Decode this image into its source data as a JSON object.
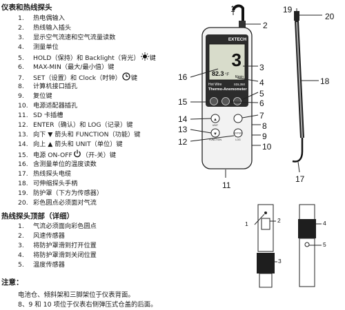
{
  "titles": {
    "main": "仪表和热线探头",
    "probe": "热线探头顶部（详细）",
    "notes": "注意："
  },
  "items": [
    {
      "num": "1.",
      "text": "热电偶输入"
    },
    {
      "num": "2.",
      "text": "热线输入插头"
    },
    {
      "num": "3.",
      "text": "显示空气流速和空气流量读数"
    },
    {
      "num": "4.",
      "text": "测量单位"
    },
    {
      "num": "5.",
      "text": "HOLD（保持）和 Backlight（背光）",
      "after": "键",
      "icon": "backlight-icon"
    },
    {
      "num": "6.",
      "text": "MAX-MIN（最大/最小值）键"
    },
    {
      "num": "7.",
      "text": "SET（设置）和 Clock（时钟）",
      "after": "键",
      "icon": "clock-icon"
    },
    {
      "num": "8.",
      "text": "计算机接口插孔"
    },
    {
      "num": "9.",
      "text": "复位键"
    },
    {
      "num": "10.",
      "text": "电源适配器插孔"
    },
    {
      "num": "11.",
      "text": "SD 卡插槽"
    },
    {
      "num": "12.",
      "text": "ENTER（确认）和 LOG（记录）键"
    },
    {
      "num": "13.",
      "text": "向下 ▼ 箭头和 FUNCTION（功能）键"
    },
    {
      "num": "14.",
      "text": "向上 ▲ 箭头和 UNIT（单位）键"
    },
    {
      "num": "15.",
      "text": "电源 ON-OFF",
      "after": "（开-关）键",
      "icon": "power-icon"
    },
    {
      "num": "16.",
      "text": "含测量单位的温度读数"
    },
    {
      "num": "17.",
      "text": "热线探头电缆"
    },
    {
      "num": "18.",
      "text": "可伸缩探头手柄"
    },
    {
      "num": "19.",
      "text": "防护罩（下方为传感器）"
    },
    {
      "num": "20.",
      "text": "彩色圆点必须面对气流"
    }
  ],
  "probe_items": [
    {
      "num": "1.",
      "text": "气流必须面向彩色圆点"
    },
    {
      "num": "2.",
      "text": "风速传感器"
    },
    {
      "num": "3.",
      "text": "将防护罩滑到打开位置"
    },
    {
      "num": "4.",
      "text": "将防护罩滑到关闭位置"
    },
    {
      "num": "5.",
      "text": "温度传感器"
    }
  ],
  "notes": [
    "电池仓、倾斜架和三脚架位于仪表背面。",
    "8、9 和 10 项位于仪表右侧弹压式仓盖的后面。"
  ],
  "meter": {
    "brand": "EXTECH",
    "reading_main": "3",
    "reading_temp": "82.3",
    "temp_unit": "°F",
    "flow_unit": "ft/min",
    "model_line1": "Hot Wire",
    "model_line2": "Thermo-Anemometer",
    "model_number": "SDL350",
    "btn_up": "▲",
    "btn_down": "▼",
    "btn_enter": "ENTER",
    "label_up": "UNIT",
    "label_down": "FUNCTION",
    "label_enter": "LOG"
  },
  "callouts": {
    "meter": [
      "1",
      "2",
      "3",
      "4",
      "5",
      "6",
      "7",
      "8",
      "9",
      "10",
      "11",
      "12",
      "13",
      "14",
      "15",
      "16"
    ],
    "probe": [
      "17",
      "18",
      "19",
      "20"
    ],
    "detail": [
      "1",
      "2",
      "3",
      "4",
      "5"
    ]
  }
}
